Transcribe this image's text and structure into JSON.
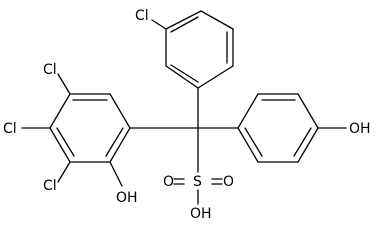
{
  "molecule": {
    "atoms": {
      "cl_meta": "Cl",
      "cl_5": "Cl",
      "cl_4": "Cl",
      "cl_3": "Cl",
      "oh_phenol_left": "OH",
      "oh_phenol_right": "OH",
      "s": "S",
      "o_left": "O",
      "o_right": "O",
      "oh_sulfonic": "OH"
    }
  }
}
